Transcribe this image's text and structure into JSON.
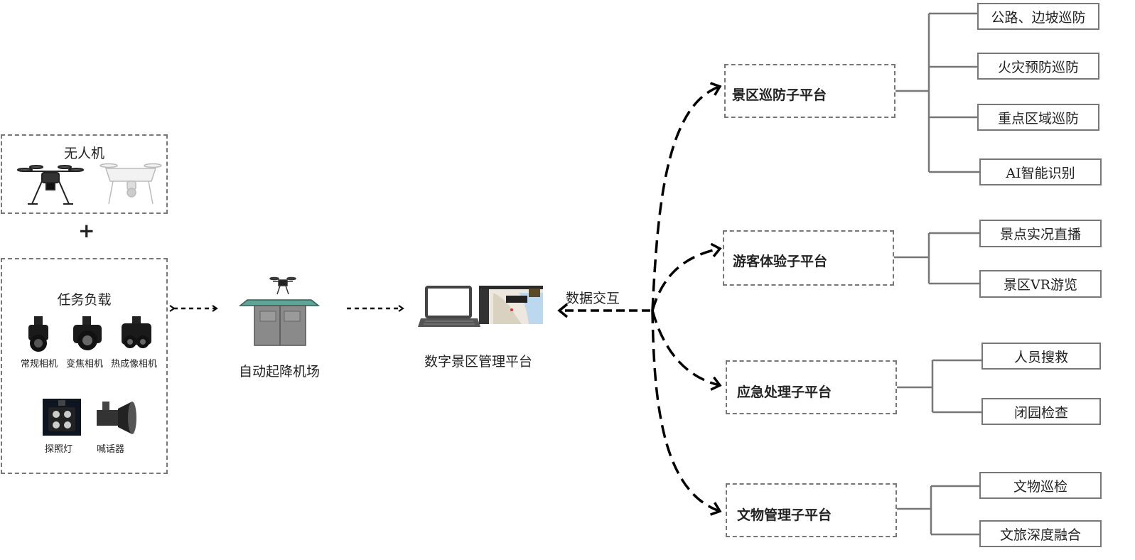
{
  "left": {
    "drone_title": "无人机",
    "plus": "+",
    "payload_title": "任务负载",
    "payloads": [
      "常规相机",
      "变焦相机",
      "热成像相机"
    ],
    "accessories": [
      "探照灯",
      "喊话器"
    ]
  },
  "airport_label": "自动起降机场",
  "platform_label": "数字景区管理平台",
  "exchange_label": "数据交互",
  "subplatforms": [
    {
      "name": "景区巡防子平台",
      "items": [
        "公路、边坡巡防",
        "火灾预防巡防",
        "重点区域巡防",
        "AI智能识别"
      ]
    },
    {
      "name": "游客体验子平台",
      "items": [
        "景点实况直播",
        "景区VR游览"
      ]
    },
    {
      "name": "应急处理子平台",
      "items": [
        "人员搜救",
        "闭园检查"
      ]
    },
    {
      "name": "文物管理子平台",
      "items": [
        "文物巡检",
        "文旅深度融合"
      ]
    }
  ],
  "colors": {
    "box_border": "#777777",
    "arrow": "#000000"
  }
}
